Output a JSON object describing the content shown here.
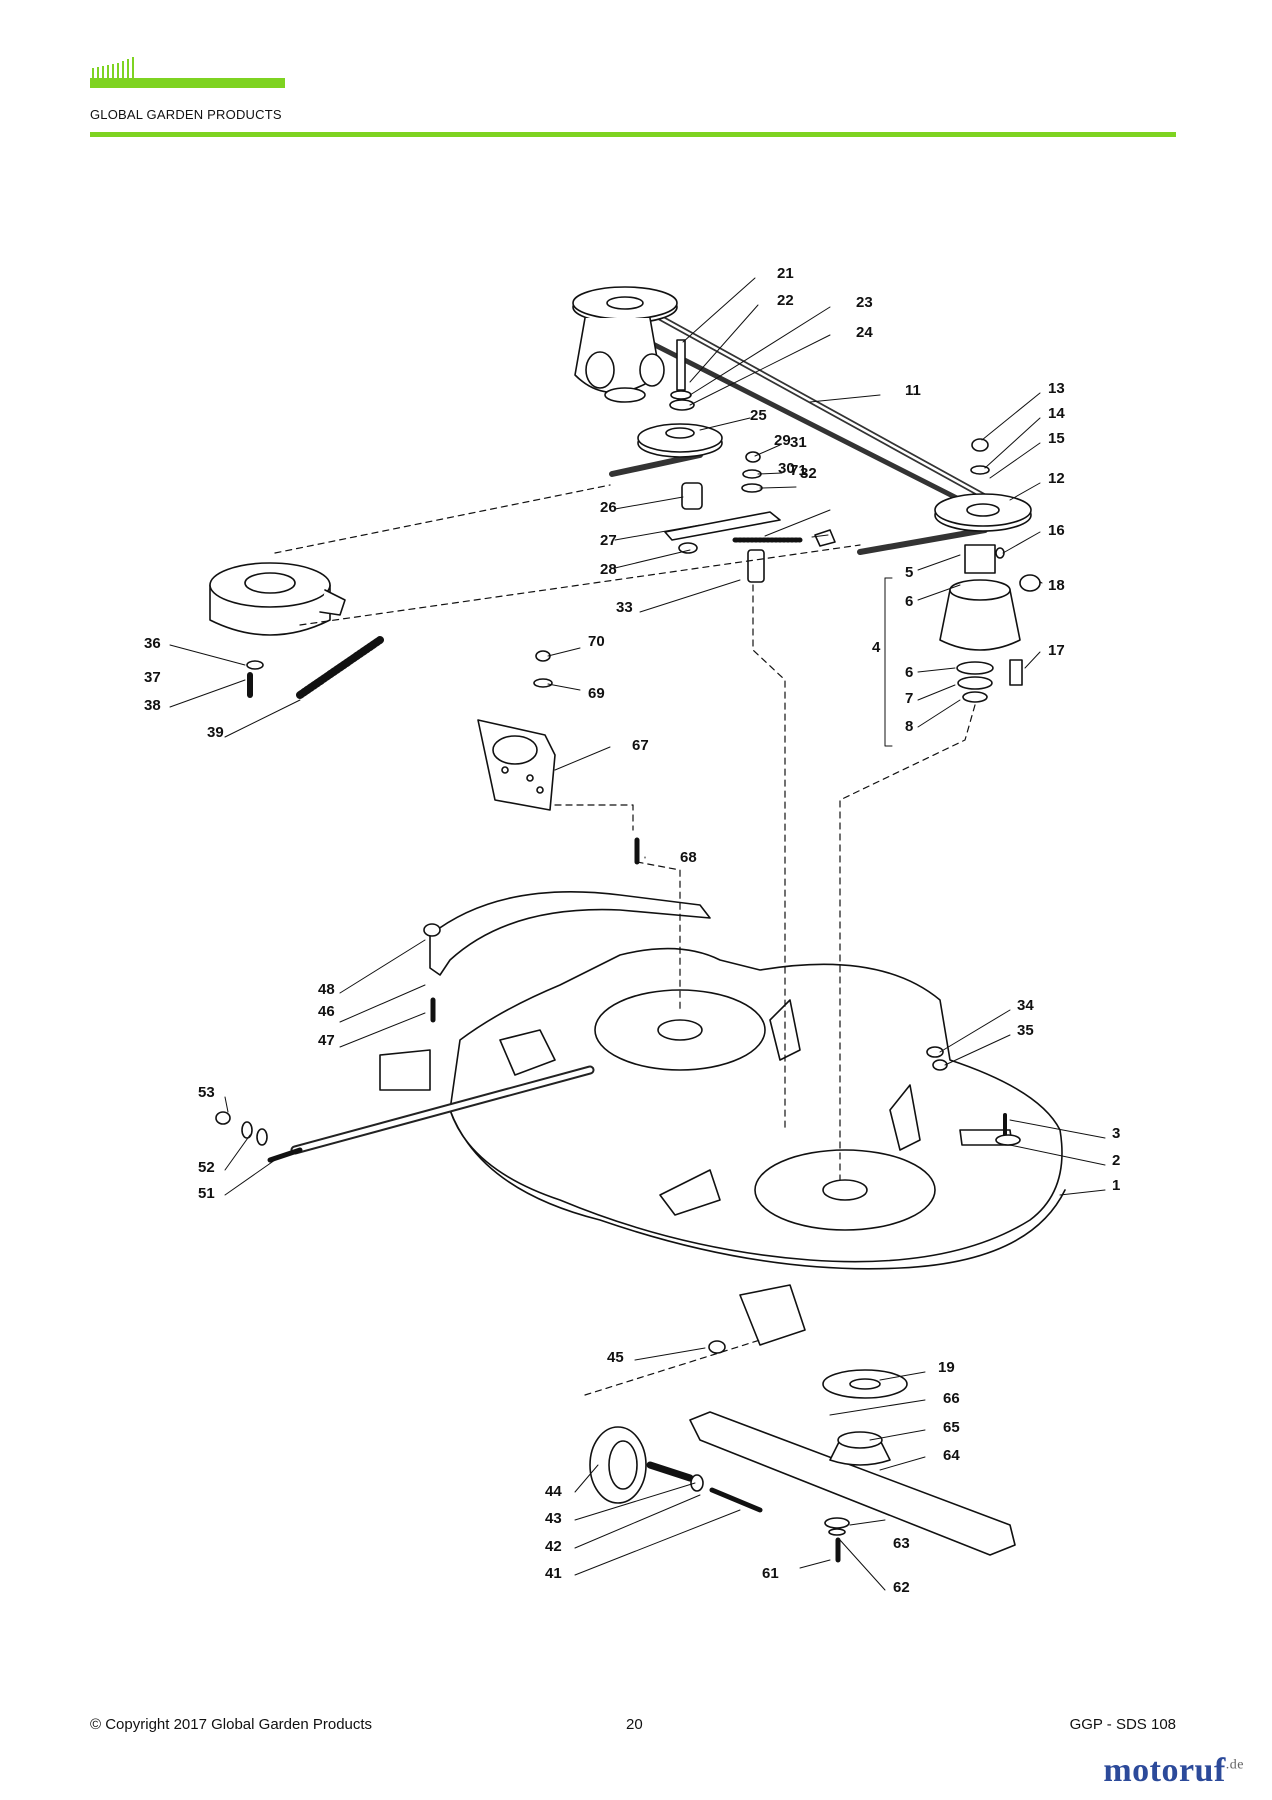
{
  "header": {
    "company": "GLOBAL GARDEN PRODUCTS",
    "accent_color": "#7ed321"
  },
  "footer": {
    "copyright": "© Copyright 2017 Global Garden Products",
    "page_number": "20",
    "document_code": "GGP - SDS 108"
  },
  "watermark": {
    "brand": "motoruf",
    "tld": ".de"
  },
  "diagram": {
    "callouts": [
      "1",
      "2",
      "3",
      "4",
      "5",
      "6",
      "6",
      "7",
      "8",
      "11",
      "12",
      "13",
      "14",
      "15",
      "16",
      "17",
      "18",
      "19",
      "21",
      "22",
      "23",
      "24",
      "25",
      "26",
      "27",
      "28",
      "29",
      "30",
      "31",
      "32",
      "33",
      "34",
      "35",
      "36",
      "37",
      "38",
      "39",
      "41",
      "42",
      "43",
      "44",
      "45",
      "46",
      "47",
      "48",
      "51",
      "52",
      "53",
      "61",
      "62",
      "63",
      "64",
      "65",
      "66",
      "67",
      "68",
      "69",
      "70",
      "71"
    ]
  }
}
